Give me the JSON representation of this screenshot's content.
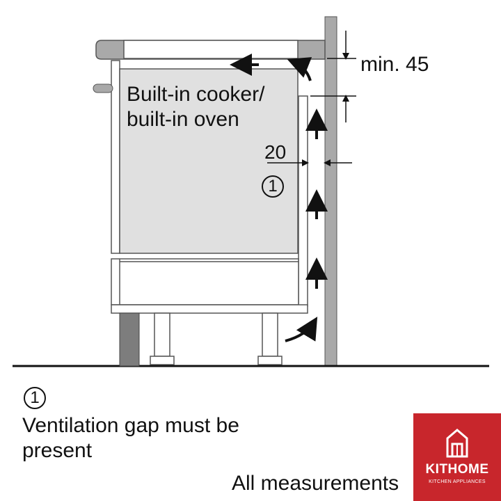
{
  "diagram": {
    "cooker_label_line1": "Built-in cooker/",
    "cooker_label_line2": "built-in oven",
    "dimension_top": "min. 45",
    "dimension_gap": "20",
    "callout_marker": "1"
  },
  "legend": {
    "marker": "1",
    "text": "Ventilation gap must be present"
  },
  "footnote": "All measurements",
  "logo": {
    "name": "KITHOME",
    "tagline": "KITCHEN APPLIANCES",
    "brand_color": "#c8262c"
  }
}
